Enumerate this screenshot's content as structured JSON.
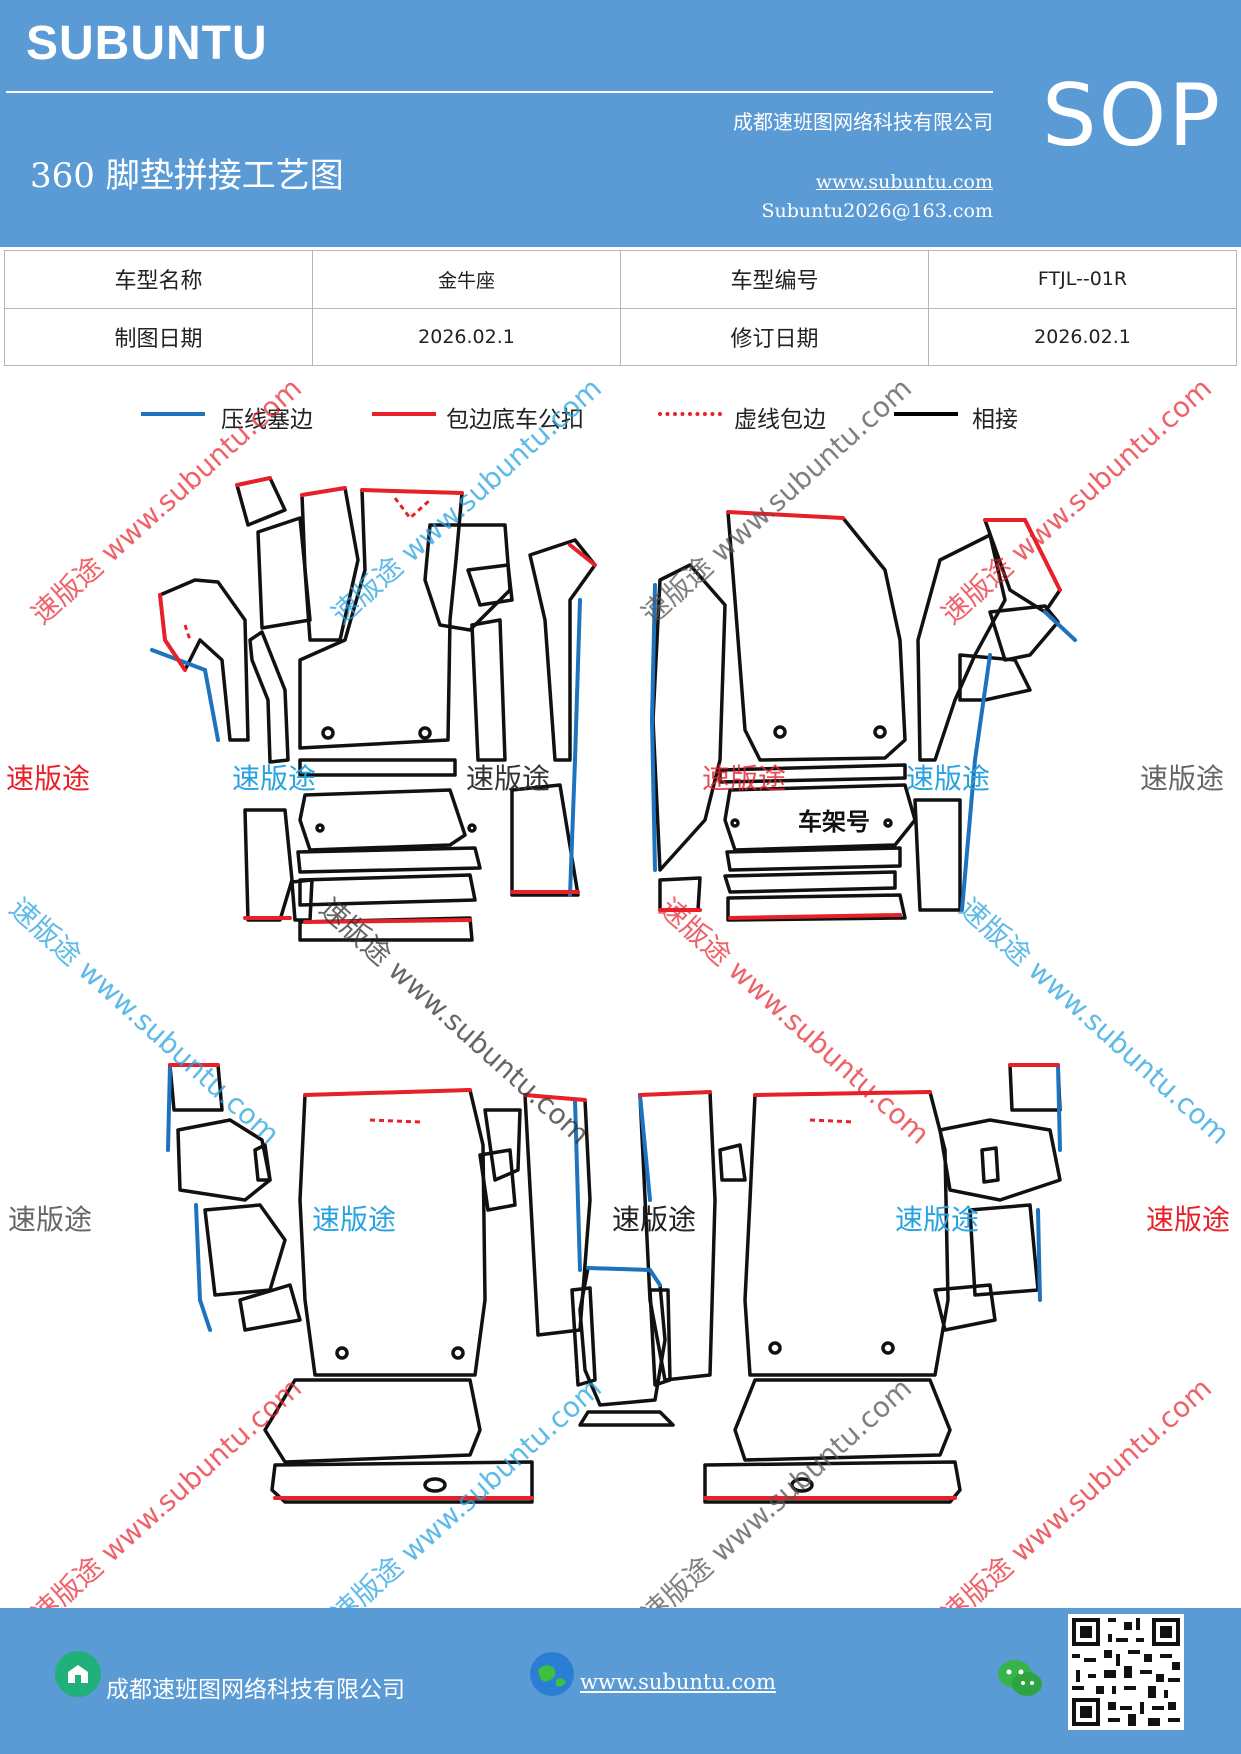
{
  "header": {
    "brand": "SUBUNTU",
    "company": "成都速班图网络科技有限公司",
    "title": "360 脚垫拼接工艺图",
    "website": "www.subuntu.com",
    "email": "Subuntu2026@163.com",
    "badge": "SOP"
  },
  "info_table": {
    "row1": {
      "label1": "车型名称",
      "value1": "金牛座",
      "label2": "车型编号",
      "value2": "FTJL--01R"
    },
    "row2": {
      "label1": "制图日期",
      "value1": "2026.02.1",
      "label2": "修订日期",
      "value2": "2026.02.1"
    }
  },
  "legend": [
    {
      "label": "压线塞边",
      "color": "#1e73be",
      "style": "solid"
    },
    {
      "label": "包边底车公扣",
      "color": "#e8202a",
      "style": "solid"
    },
    {
      "label": "虚线包边",
      "color": "#e8202a",
      "style": "dashed"
    },
    {
      "label": "相接",
      "color": "#000000",
      "style": "solid"
    }
  ],
  "diagram": {
    "frame_label": "车架号",
    "brand_mark": "速版途",
    "watermark": "速版途 www.subuntu.com"
  },
  "footer": {
    "company": "成都速班图网络科技有限公司",
    "website": "www.subuntu.com",
    "icons": [
      "building-icon",
      "globe-icon",
      "wechat-icon",
      "qr-code"
    ]
  },
  "colors": {
    "header_bg": "#5b9bd5",
    "blue_edge": "#1e73be",
    "red_edge": "#e8202a",
    "watermark_red": "#e8202a",
    "watermark_blue": "#29a3e0",
    "watermark_gray": "#555555"
  }
}
